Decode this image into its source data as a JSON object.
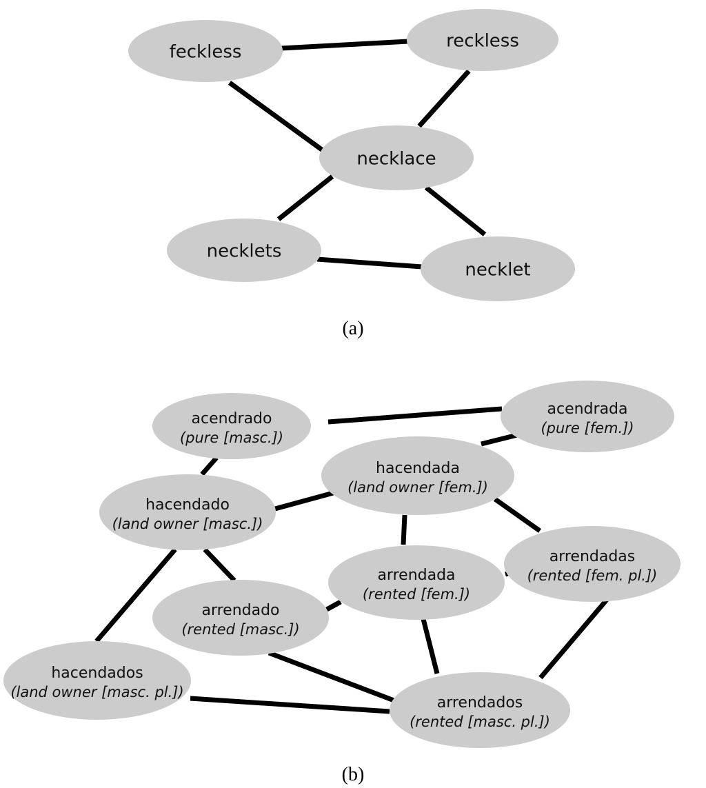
{
  "colors": {
    "node_fill": "#cccccc",
    "edge": "#000000",
    "text": "#111111"
  },
  "diagrams": [
    {
      "caption": "(a)",
      "nodes": [
        {
          "id": "feckless",
          "word": "feckless"
        },
        {
          "id": "reckless",
          "word": "reckless"
        },
        {
          "id": "necklace",
          "word": "necklace"
        },
        {
          "id": "necklets",
          "word": "necklets"
        },
        {
          "id": "necklet",
          "word": "necklet"
        }
      ],
      "edges": [
        [
          "feckless",
          "reckless"
        ],
        [
          "feckless",
          "necklace"
        ],
        [
          "reckless",
          "necklace"
        ],
        [
          "necklace",
          "necklets"
        ],
        [
          "necklace",
          "necklet"
        ],
        [
          "necklets",
          "necklet"
        ]
      ]
    },
    {
      "caption": "(b)",
      "nodes": [
        {
          "id": "acendrado",
          "word": "acendrado",
          "gloss": "(pure [masc.])"
        },
        {
          "id": "acendrada",
          "word": "acendrada",
          "gloss": "(pure [fem.])"
        },
        {
          "id": "hacendada",
          "word": "hacendada",
          "gloss": "(land owner [fem.])"
        },
        {
          "id": "hacendado",
          "word": "hacendado",
          "gloss": "(land owner [masc.])"
        },
        {
          "id": "arrendadas",
          "word": "arrendadas",
          "gloss": "(rented [fem. pl.])"
        },
        {
          "id": "arrendada",
          "word": "arrendada",
          "gloss": "(rented [fem.])"
        },
        {
          "id": "arrendado",
          "word": "arrendado",
          "gloss": "(rented [masc.])"
        },
        {
          "id": "hacendados",
          "word": "hacendados",
          "gloss": "(land owner [masc. pl.])"
        },
        {
          "id": "arrendados",
          "word": "arrendados",
          "gloss": "(rented [masc. pl.])"
        }
      ],
      "edges": [
        [
          "acendrado",
          "acendrada"
        ],
        [
          "acendrado",
          "hacendado"
        ],
        [
          "acendrada",
          "hacendada"
        ],
        [
          "hacendado",
          "hacendada"
        ],
        [
          "hacendada",
          "arrendada"
        ],
        [
          "hacendada",
          "arrendadas"
        ],
        [
          "hacendado",
          "arrendado"
        ],
        [
          "hacendado",
          "hacendados"
        ],
        [
          "arrendada",
          "arrendadas"
        ],
        [
          "arrendada",
          "arrendado"
        ],
        [
          "arrendada",
          "arrendados"
        ],
        [
          "arrendadas",
          "arrendados"
        ],
        [
          "arrendado",
          "arrendados"
        ],
        [
          "hacendados",
          "arrendados"
        ]
      ]
    }
  ]
}
